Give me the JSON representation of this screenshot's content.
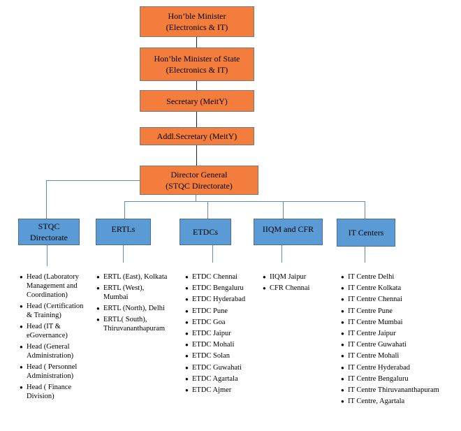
{
  "hierarchy": {
    "minister": [
      "Hon’ble Minister",
      "(Electronics & IT)"
    ],
    "minister_of_state": [
      "Hon’ble Minister of State",
      "(Electronics & IT)"
    ],
    "secretary": "Secretary (MeitY)",
    "addl_secretary": "Addl.Secretary (MeitY)",
    "director_general": [
      "Director General",
      "(STQC Directorate)"
    ]
  },
  "branches": [
    {
      "label": [
        "STQC",
        "Directorate"
      ],
      "items": [
        "Head (Laboratory Management and Coordination)",
        "Head (Certification & Training)",
        "Head (IT & eGovernance)",
        "Head (General Administration)",
        "Head ( Personnel Administration)",
        "Head ( Finance Division)"
      ]
    },
    {
      "label": [
        "ERTLs"
      ],
      "items": [
        "ERTL (East), Kolkata",
        "ERTL (West), Mumbai",
        "ERTL (North), Delhi",
        "ERTL( South), Thiruvananthapuram"
      ]
    },
    {
      "label": [
        "ETDCs"
      ],
      "items": [
        "ETDC Chennai",
        "ETDC Bengaluru",
        "ETDC Hyderabad",
        "ETDC Pune",
        "ETDC Goa",
        "ETDC Jaipur",
        "ETDC Mohali",
        "ETDC Solan",
        "ETDC Guwahati",
        "ETDC Agartala",
        "ETDC Ajmer"
      ]
    },
    {
      "label": [
        "IIQM and CFR"
      ],
      "items": [
        "IIQM Jaipur",
        "CFR Chennai"
      ]
    },
    {
      "label": [
        "IT Centers"
      ],
      "items": [
        "IT Centre Delhi",
        "IT Centre Kolkata",
        "IT Centre Chennai",
        "IT Centre Pune",
        "IT Centre Mumbai",
        "IT Centre Jaipur",
        "IT Centre Guwahati",
        "IT Centre Mohali",
        "IT Centre Hyderabad",
        "IT Centre Bengaluru",
        "IT Centre Thiruvananthapuram",
        "IT Centre, Agartala"
      ]
    }
  ],
  "colors": {
    "top_boxes": "#f37d3c",
    "branch_boxes": "#5b9bd5",
    "connectors": "#5d8fb8"
  }
}
